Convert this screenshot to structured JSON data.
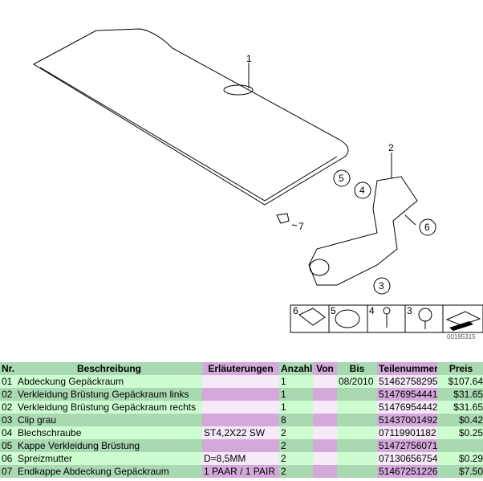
{
  "diagram": {
    "callouts": [
      "1",
      "2",
      "3",
      "4",
      "5",
      "6",
      "7"
    ],
    "legend_items": [
      "6",
      "5",
      "4",
      "3"
    ],
    "drawing_number": "00195315"
  },
  "table": {
    "headers": [
      "Nr.",
      "Beschreibung",
      "Erläuterungen",
      "Anzahl",
      "Von",
      "Bis",
      "Teilenummer",
      "Preis"
    ],
    "rows": [
      [
        "01",
        "Abdeckung Gepäckraum",
        "",
        "1",
        "",
        "08/2010",
        "51462758295",
        "$107.64"
      ],
      [
        "02",
        "Verkleidung Brüstung Gepäckraum links",
        "",
        "1",
        "",
        "",
        "51476954441",
        "$31.65"
      ],
      [
        "02",
        "Verkleidung Brüstung Gepäckraum rechts",
        "",
        "1",
        "",
        "",
        "51476954442",
        "$31.65"
      ],
      [
        "03",
        "Clip grau",
        "",
        "8",
        "",
        "",
        "51437001492",
        "$0.42"
      ],
      [
        "04",
        "Blechschraube",
        "ST4,2X22 SW",
        "2",
        "",
        "",
        "07119901182",
        "$0.25"
      ],
      [
        "05",
        "Kappe Verkleidung Brüstung",
        "",
        "2",
        "",
        "",
        "51472756071",
        ""
      ],
      [
        "06",
        "Spreizmutter",
        "D=8,5MM",
        "2",
        "",
        "",
        "07130656754",
        "$0.29"
      ],
      [
        "07",
        "Endkappe Abdeckung Gepäckraum",
        "1 PAAR / 1 PAIR",
        "2",
        "",
        "",
        "51467251226",
        "$7.50"
      ]
    ]
  }
}
